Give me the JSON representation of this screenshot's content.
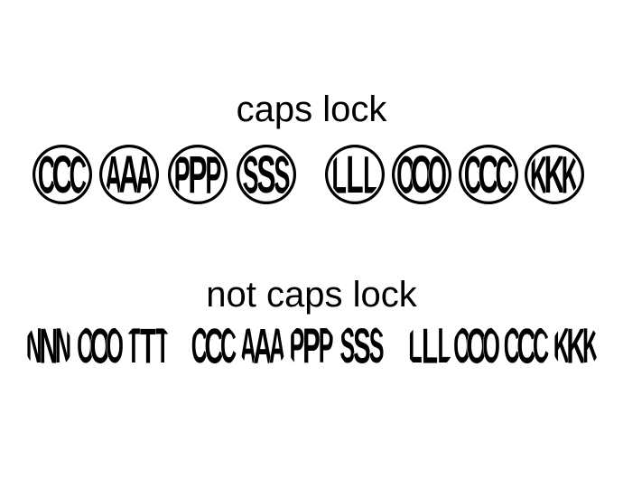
{
  "sections": [
    {
      "title": "caps lock",
      "monograms": [
        "CCC",
        "AAA",
        "PPP",
        "SSS",
        "LLL",
        "OOO",
        "CCC",
        "KKK"
      ],
      "style": "circle-frame"
    },
    {
      "title": "not caps lock",
      "monograms": [
        "NNN",
        "OOO",
        "TTT",
        "CCC",
        "AAA",
        "PPP",
        "SSS",
        "LLL",
        "OOO",
        "CCC",
        "KKK"
      ],
      "style": "glyph-only"
    }
  ],
  "colors": {
    "ink": "#000000",
    "paper": "#ffffff"
  }
}
